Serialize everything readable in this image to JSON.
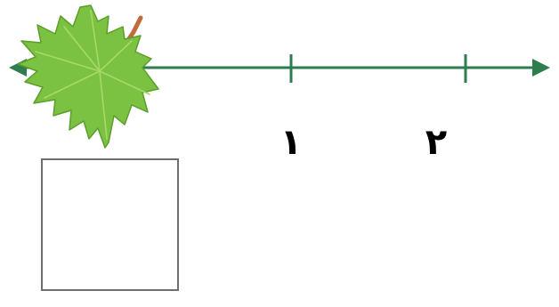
{
  "number_line": {
    "line_color": "#2e7d4f",
    "ticks": [
      {
        "value": 1,
        "label": "١"
      },
      {
        "value": 2,
        "label": "٢"
      }
    ]
  },
  "leaf": {
    "icon": "maple-leaf-icon",
    "color": "#7cc242",
    "vein_color": "#a6d86a",
    "stem_color": "#c26a3a"
  },
  "answer_box": {
    "value": ""
  }
}
